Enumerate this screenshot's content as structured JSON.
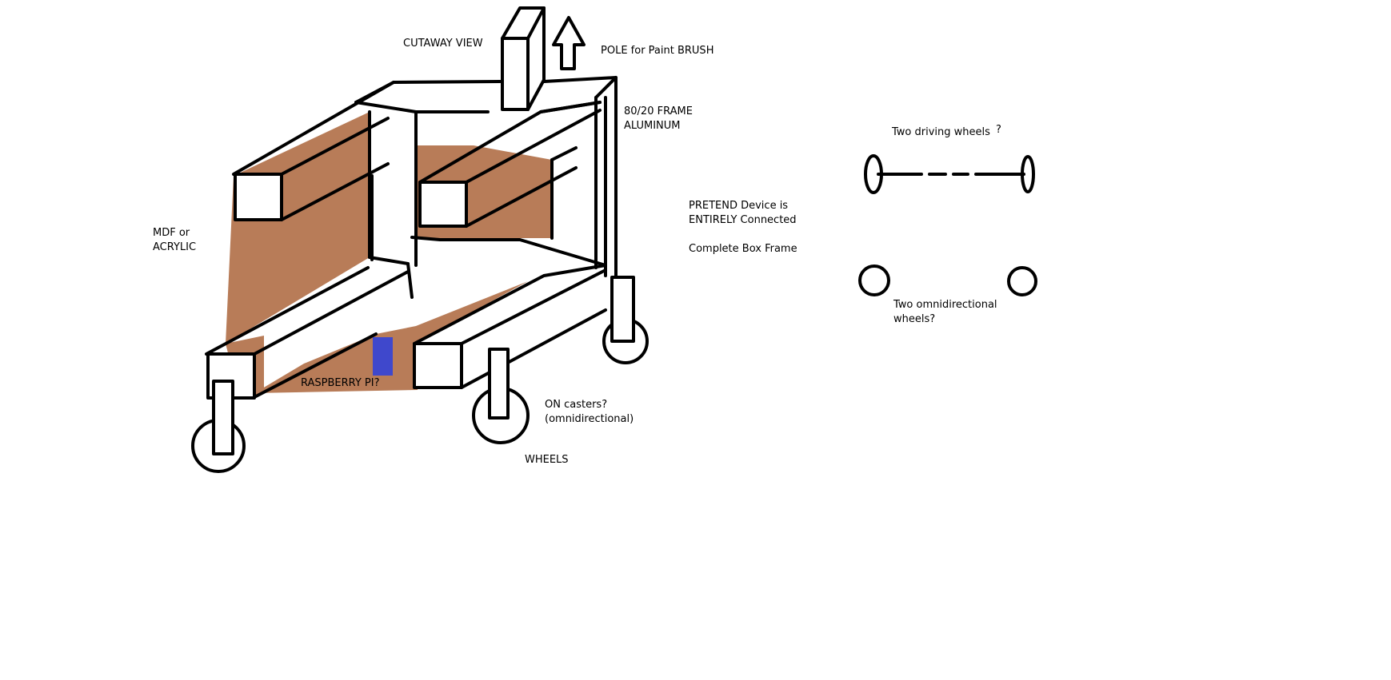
{
  "colors": {
    "panel": "#B87C58",
    "raspberry_pi": "#3F48CC",
    "line": "#000000",
    "background": "#FFFFFF"
  },
  "labels": {
    "cutaway": "CUTAWAY VIEW",
    "pole": "POLE for Paint BRUSH",
    "frame_line1": "80/20 FRAME",
    "frame_line2": "ALUMINUM",
    "mdf_line1": "MDF or",
    "mdf_line2": "ACRYLIC",
    "pretend_line1": "PRETEND Device is",
    "pretend_line2": "ENTIRELY Connected",
    "complete_box": "Complete Box Frame",
    "raspberry_pi": "RASPBERRY PI?",
    "casters_line1": "ON casters?",
    "casters_line2": "(omnidirectional)",
    "wheels": "WHEELS",
    "driving_wheels": "Two driving wheels",
    "driving_q": "?",
    "omni_line1": "Two omnidirectional",
    "omni_line2": "wheels?"
  }
}
